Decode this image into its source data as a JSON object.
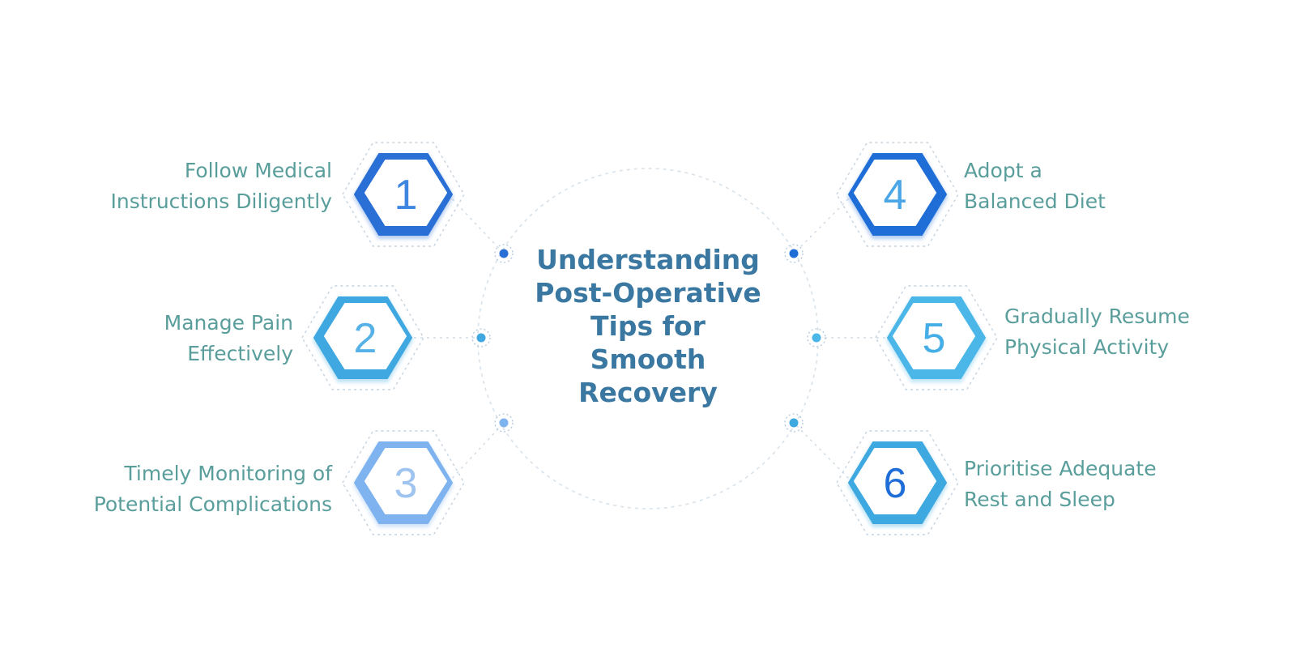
{
  "title": "Understanding Post-Operative Tips for Smooth Recovery",
  "title_lines": [
    "Understanding",
    "Post-Operative",
    "Tips for",
    "Smooth",
    "Recovery"
  ],
  "colors": {
    "title": "#3a78a2",
    "label": "#5a9e9c",
    "dashed": "#c8d6e2"
  },
  "tips": [
    {
      "number": "1",
      "lines": [
        "Follow Medical",
        "Instructions Diligently"
      ],
      "side": "left",
      "color": "#2a6fd6",
      "num_color": "#3f86e0"
    },
    {
      "number": "2",
      "lines": [
        "Manage Pain",
        "Effectively"
      ],
      "side": "left",
      "color": "#3fa8e0",
      "num_color": "#56b2e6"
    },
    {
      "number": "3",
      "lines": [
        "Timely Monitoring of",
        "Potential Complications"
      ],
      "side": "left",
      "color": "#7fb3ef",
      "num_color": "#9ec4ef"
    },
    {
      "number": "4",
      "lines": [
        "Adopt a",
        "Balanced Diet"
      ],
      "side": "right",
      "color": "#1f6ed8",
      "num_color": "#4aa6e6"
    },
    {
      "number": "5",
      "lines": [
        "Gradually Resume",
        "Physical Activity"
      ],
      "side": "right",
      "color": "#4bb6e8",
      "num_color": "#45aee6"
    },
    {
      "number": "6",
      "lines": [
        "Prioritise Adequate",
        "Rest and Sleep"
      ],
      "side": "right",
      "color": "#3ea8e0",
      "num_color": "#1f6ed8"
    }
  ]
}
